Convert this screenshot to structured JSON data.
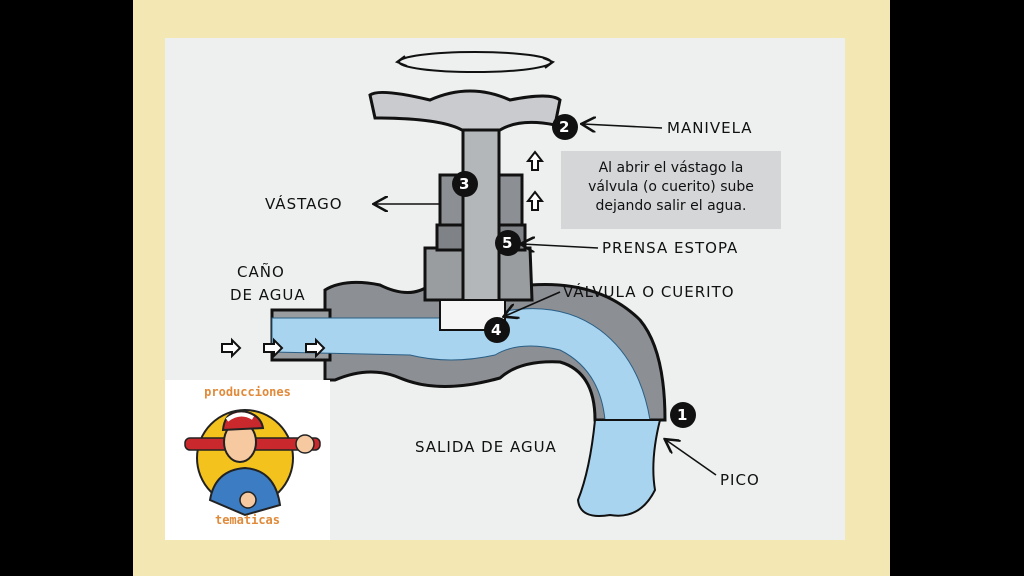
{
  "labels": {
    "manivela": "MANIVELA",
    "vastago": "VÁSTAGO",
    "prensa_estopa": "PRENSA ESTOPA",
    "valvula": "VÁLVULA O CUERITO",
    "cano_line1": "CAÑO",
    "cano_line2": "DE AGUA",
    "salida": "SALIDA DE AGUA",
    "pico": "PICO"
  },
  "numbers": [
    "1",
    "2",
    "3",
    "4",
    "5"
  ],
  "note": {
    "line1": "Al abrir el vástago la",
    "line2": "válvula (o cuerito) sube",
    "line3": "dejando salir el agua."
  },
  "logo": {
    "top": "producciones",
    "bottom": "tematicas"
  },
  "colors": {
    "frame": "#f3e7b3",
    "panel": "#eef0f0",
    "water": "#a9d4ef",
    "metal": "#8c8f93",
    "logo_text": "#e08a3a"
  }
}
